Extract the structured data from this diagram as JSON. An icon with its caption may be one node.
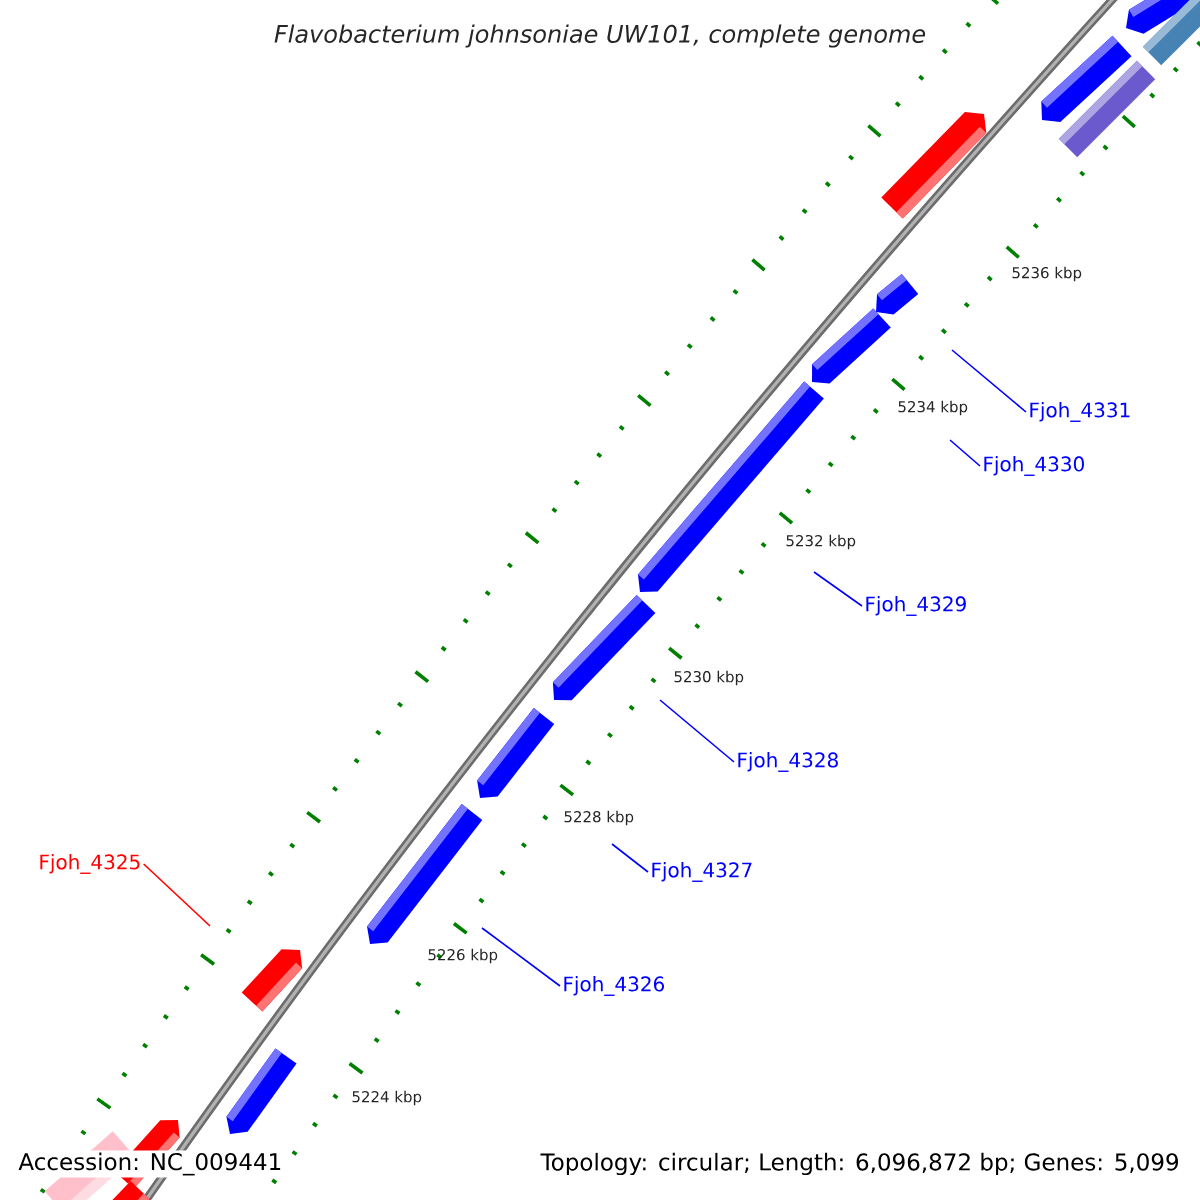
{
  "diagram": {
    "title": "Flavobacterium johnsoniae UW101, complete genome",
    "nodes": [
      {
        "text": [
          "Fjoh_4331"
        ]
      },
      {
        "text": [
          "Fjoh_4330"
        ]
      },
      {
        "text": [
          "Fjoh_4329"
        ]
      },
      {
        "text": [
          "Fjoh_4328"
        ]
      },
      {
        "text": [
          "Fjoh_4325"
        ]
      },
      {
        "text": [
          "Fjoh_4327"
        ]
      },
      {
        "text": [
          "Fjoh_4326"
        ]
      }
    ],
    "edges": [
      {
        "from": 0,
        "to": null,
        "arrow": "none"
      },
      {
        "from": 1,
        "to": null,
        "arrow": "none"
      },
      {
        "from": 2,
        "to": null,
        "arrow": "none"
      },
      {
        "from": 3,
        "to": null,
        "arrow": "none"
      },
      {
        "from": 4,
        "to": null,
        "arrow": "none",
        "color": "#ff0000"
      },
      {
        "from": 5,
        "to": null,
        "arrow": "none"
      },
      {
        "from": 6,
        "to": null,
        "arrow": "none"
      }
    ],
    "labels": [
      "5236 kbp",
      "5234 kbp",
      "5232 kbp",
      "5230 kbp",
      "5228 kbp",
      "5226 kbp",
      "5224 kbp",
      "Accession: NC_009441",
      "Topology: circular; Length: 6,096,872 bp; Genes: 5,099"
    ]
  }
}
